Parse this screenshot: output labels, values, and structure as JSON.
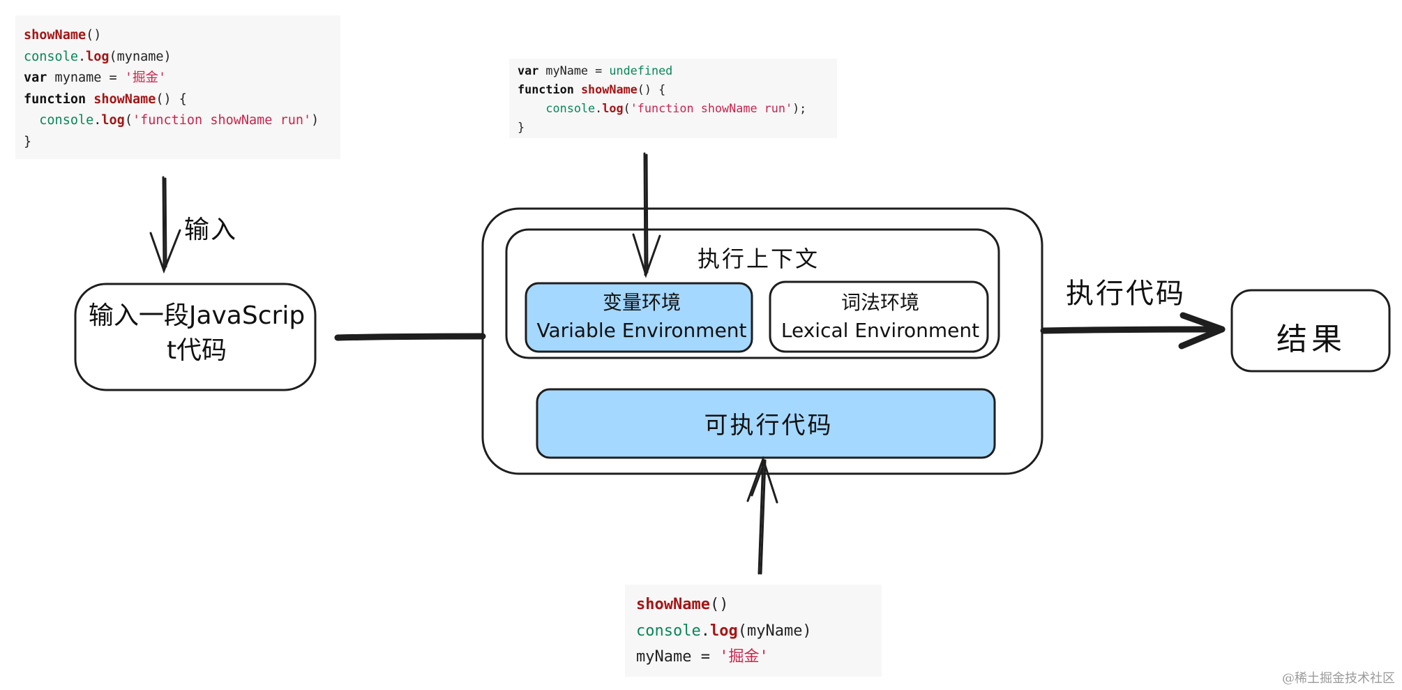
{
  "code_snippets": {
    "original": [
      [
        {
          "t": "showName",
          "c": "fn"
        },
        {
          "t": "()",
          "c": "punc"
        }
      ],
      [
        {
          "t": "console",
          "c": "obj"
        },
        {
          "t": ".",
          "c": "punc"
        },
        {
          "t": "log",
          "c": "fn"
        },
        {
          "t": "(myname)",
          "c": "punc"
        }
      ],
      [
        {
          "t": "var",
          "c": "kw"
        },
        {
          "t": " myname = ",
          "c": "plain"
        },
        {
          "t": "'掘金'",
          "c": "str"
        }
      ],
      [
        {
          "t": "function",
          "c": "kw"
        },
        {
          "t": " ",
          "c": "plain"
        },
        {
          "t": "showName",
          "c": "fn"
        },
        {
          "t": "() {",
          "c": "punc"
        }
      ],
      [
        {
          "t": "  ",
          "c": "plain"
        },
        {
          "t": "console",
          "c": "obj"
        },
        {
          "t": ".",
          "c": "punc"
        },
        {
          "t": "log",
          "c": "fn"
        },
        {
          "t": "(",
          "c": "punc"
        },
        {
          "t": "'function showName run'",
          "c": "str"
        },
        {
          "t": ")",
          "c": "punc"
        }
      ],
      [
        {
          "t": "}",
          "c": "punc"
        }
      ]
    ],
    "variable_environment": [
      [
        {
          "t": "var",
          "c": "kw"
        },
        {
          "t": " myName = ",
          "c": "plain"
        },
        {
          "t": "undefined",
          "c": "obj"
        }
      ],
      [
        {
          "t": "function",
          "c": "kw"
        },
        {
          "t": " ",
          "c": "plain"
        },
        {
          "t": "showName",
          "c": "fn"
        },
        {
          "t": "() {",
          "c": "punc"
        }
      ],
      [
        {
          "t": "    ",
          "c": "plain"
        },
        {
          "t": "console",
          "c": "obj"
        },
        {
          "t": ".",
          "c": "punc"
        },
        {
          "t": "log",
          "c": "fn"
        },
        {
          "t": "(",
          "c": "punc"
        },
        {
          "t": "'function showName run'",
          "c": "str"
        },
        {
          "t": ");",
          "c": "punc"
        }
      ],
      [
        {
          "t": "}",
          "c": "punc"
        }
      ]
    ],
    "executable": [
      [
        {
          "t": "showName",
          "c": "fn"
        },
        {
          "t": "()",
          "c": "punc"
        }
      ],
      [
        {
          "t": "console",
          "c": "obj"
        },
        {
          "t": ".",
          "c": "punc"
        },
        {
          "t": "log",
          "c": "fn"
        },
        {
          "t": "(myName)",
          "c": "punc"
        }
      ],
      [
        {
          "t": "myName = ",
          "c": "plain"
        },
        {
          "t": "'掘金'",
          "c": "str"
        }
      ]
    ]
  },
  "labels": {
    "input_arrow": "输入",
    "input_box": [
      "输入一段JavaScrip",
      "t代码"
    ],
    "execution_context": "执行上下文",
    "variable_environment": [
      "变量环境",
      "Variable Environment"
    ],
    "lexical_environment": [
      "词法环境",
      "Lexical Environment"
    ],
    "executable_code": "可执行代码",
    "execute_arrow": "执行代码",
    "result": "结果"
  },
  "watermark": "@稀土掘金技术社区",
  "colors": {
    "highlight_fill": "#a5d8ff",
    "stroke": "#1e1e1e",
    "code_background": "#f7f7f7"
  }
}
